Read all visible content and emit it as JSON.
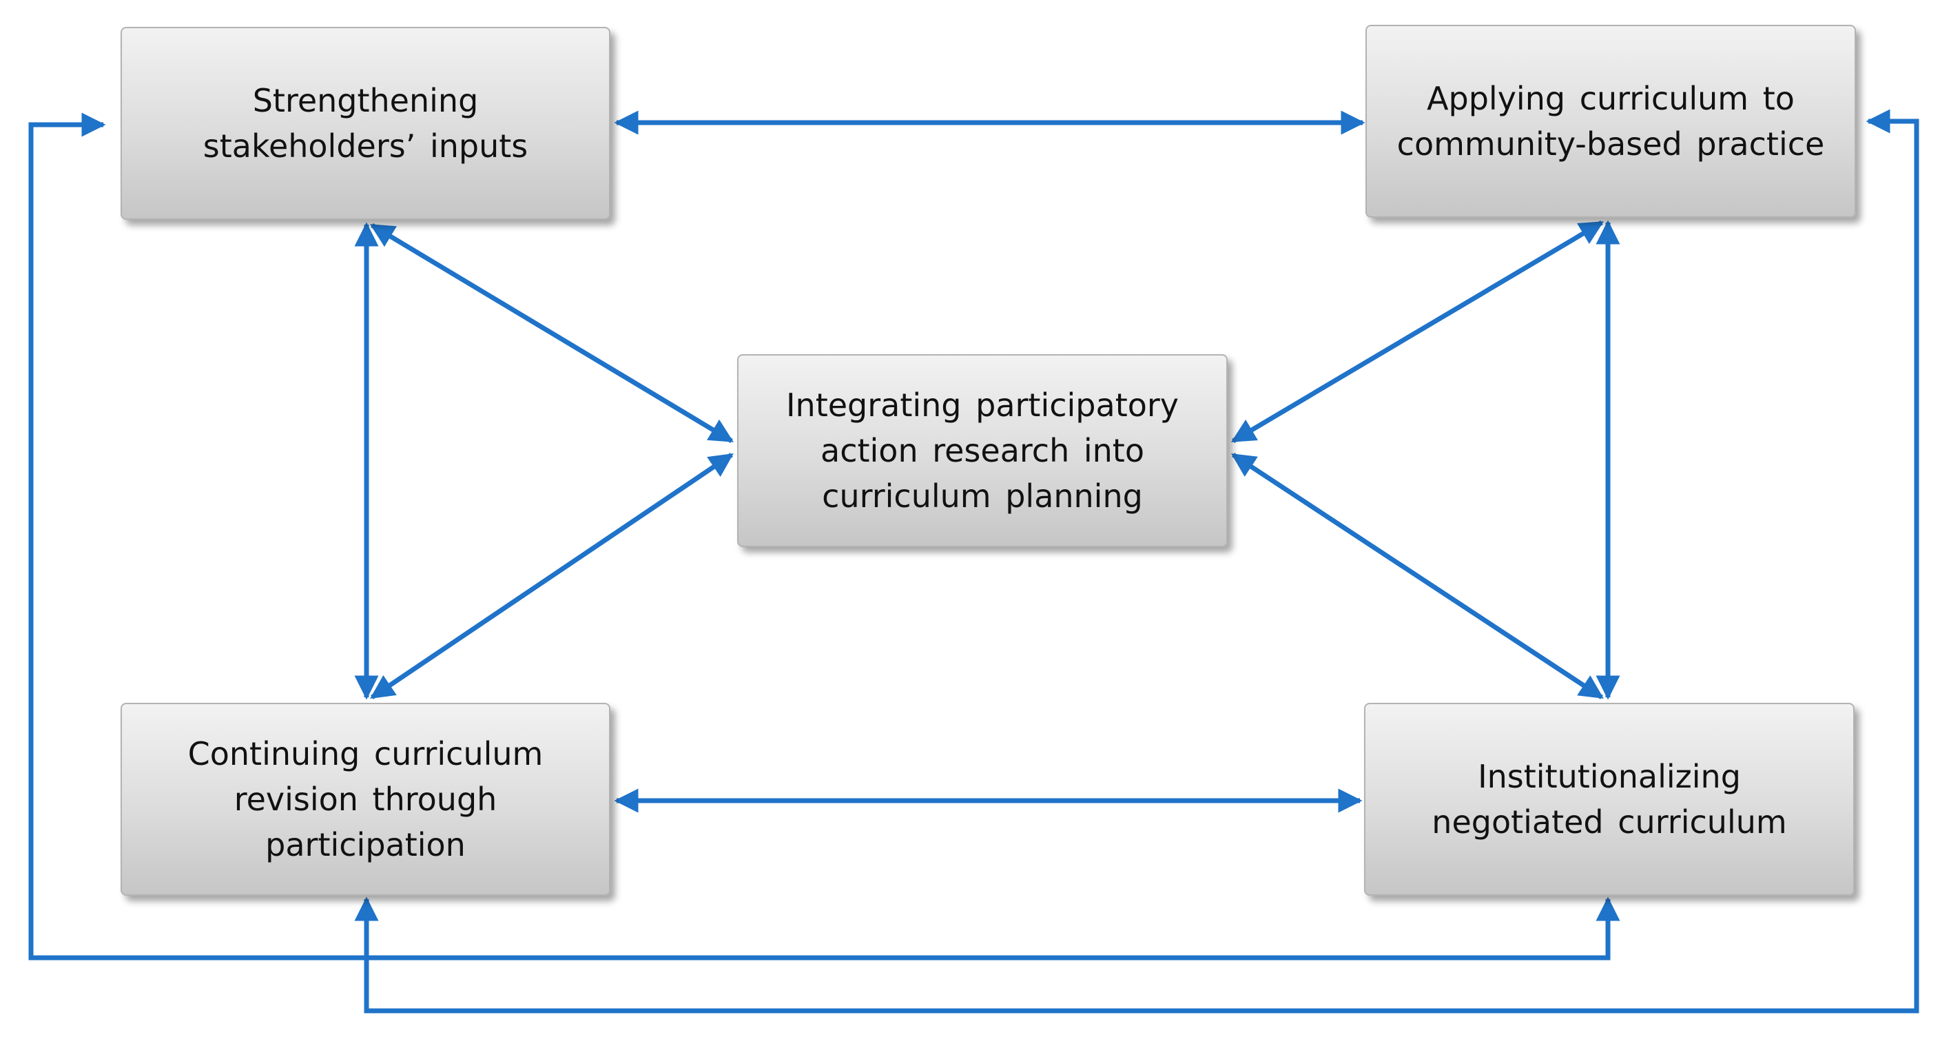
{
  "diagram": {
    "nodes": {
      "top_left": "Strengthening stakeholders’ inputs",
      "top_right": "Applying curriculum to community-based practice",
      "center": "Integrating participatory action research into curriculum planning",
      "bottom_left": "Continuing curriculum revision through participation",
      "bottom_right": "Institutionalizing negotiated curriculum"
    },
    "colors": {
      "arrow": "#1f73c9",
      "box_fill_top": "#f2f2f2",
      "box_fill_bottom": "#c6c6c6",
      "box_border": "#b3b3b3",
      "text": "#111111"
    }
  }
}
